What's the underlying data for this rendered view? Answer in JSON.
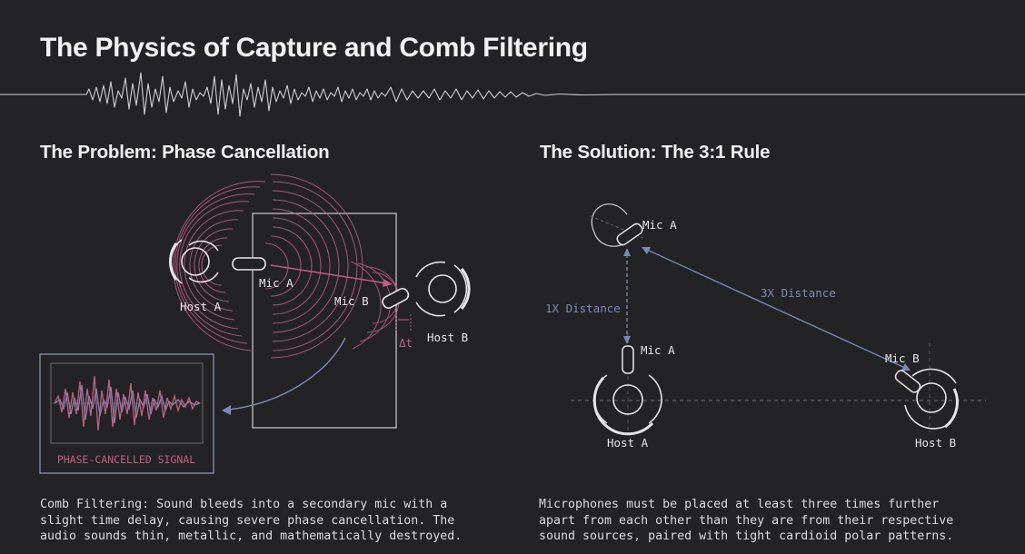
{
  "title": "The Physics of Capture and Comb Filtering",
  "problem": {
    "heading": "The Problem: Phase Cancellation",
    "labels": {
      "host_a": "Host A",
      "host_b": "Host B",
      "mic_a": "Mic A",
      "mic_b": "Mic B",
      "delta_t": "Δt",
      "signal": "PHASE-CANCELLED SIGNAL"
    },
    "caption": "Comb Filtering: Sound bleeds into a secondary mic with a\nslight time delay, causing severe phase cancellation. The\naudio sounds thin, metallic, and mathematically destroyed."
  },
  "solution": {
    "heading": "The Solution: The 3:1 Rule",
    "labels": {
      "mic_a_top": "Mic A",
      "mic_a_bottom": "Mic A",
      "mic_b": "Mic B",
      "host_a": "Host A",
      "host_b": "Host B",
      "distance_1x": "1X Distance",
      "distance_3x": "3X Distance"
    },
    "caption": "Microphones must be placed at least three times further\napart from each other than they are from their respective\nsound sources, paired with tight cardioid polar patterns."
  },
  "colors": {
    "background": "#232325",
    "line": "#d6d6d6",
    "pink": "#c2607e",
    "blue": "#7d89b8"
  }
}
